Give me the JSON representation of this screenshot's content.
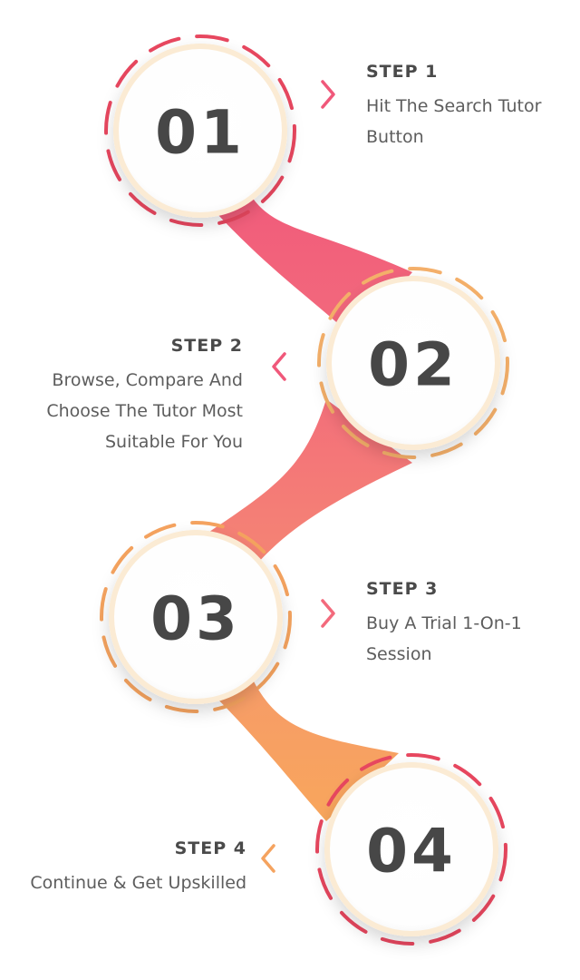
{
  "colors": {
    "pink": "#f0587a",
    "salmon": "#f6836f",
    "orange": "#f8a05c",
    "dash_red": "#e8475f",
    "dash_orange": "#f5a35f",
    "ring": "#fbebd4",
    "number_text": "#474747"
  },
  "steps": [
    {
      "number": "01",
      "label": "STEP 1",
      "lines": [
        "Hit The Search Tutor",
        "Button"
      ],
      "chevron_icon": "chevron-right-icon"
    },
    {
      "number": "02",
      "label": "STEP 2",
      "lines": [
        "Browse, Compare And",
        "Choose The Tutor Most",
        "Suitable For You"
      ],
      "chevron_icon": "chevron-left-icon"
    },
    {
      "number": "03",
      "label": "STEP 3",
      "lines": [
        "Buy A Trial 1-On-1",
        "Session"
      ],
      "chevron_icon": "chevron-right-icon"
    },
    {
      "number": "04",
      "label": "STEP 4",
      "lines": [
        "Continue & Get Upskilled"
      ],
      "chevron_icon": "chevron-left-icon"
    }
  ]
}
